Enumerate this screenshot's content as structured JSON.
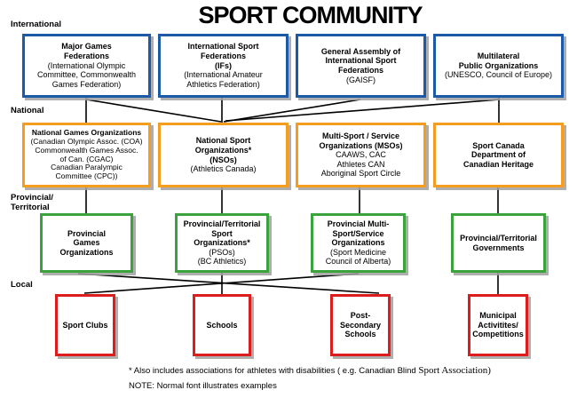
{
  "title": "SPORT COMMUNITY",
  "colors": {
    "international": "#1c5aa8",
    "national": "#f59d1e",
    "provincial": "#3ba33b",
    "local": "#dd1c1c",
    "connector": "#000000"
  },
  "levels": [
    {
      "label": "International",
      "boxes": [
        {
          "name": "major-games-federations",
          "lines": [
            {
              "t": "Major Games",
              "b": 1
            },
            {
              "t": "Federations",
              "b": 1
            },
            {
              "t": "(International Olympic",
              "b": 0
            },
            {
              "t": "Committee, Commonwealth",
              "b": 0
            },
            {
              "t": "Games Federation)",
              "b": 0
            }
          ]
        },
        {
          "name": "international-sport-federations",
          "lines": [
            {
              "t": "International Sport",
              "b": 1
            },
            {
              "t": "Federations",
              "b": 1
            },
            {
              "t": "(IFs)",
              "b": 1
            },
            {
              "t": "(International Amateur",
              "b": 0
            },
            {
              "t": "Athletics Federation)",
              "b": 0
            }
          ]
        },
        {
          "name": "general-assembly-international-sport-federations",
          "lines": [
            {
              "t": "General Assembly of",
              "b": 1
            },
            {
              "t": "International Sport",
              "b": 1
            },
            {
              "t": "Federations",
              "b": 1
            },
            {
              "t": "(GAISF)",
              "b": 0
            }
          ]
        },
        {
          "name": "multilateral-public-organizations",
          "lines": [
            {
              "t": "Multilateral",
              "b": 1
            },
            {
              "t": "Public Organizations",
              "b": 1
            },
            {
              "t": "(UNESCO, Council of Europe)",
              "b": 0
            }
          ]
        }
      ]
    },
    {
      "label": "National",
      "boxes": [
        {
          "name": "national-games-organizations",
          "lines": [
            {
              "t": "National Games Organizations",
              "b": 1
            },
            {
              "t": "(Canadian Olympic Assoc. (COA)",
              "b": 0
            },
            {
              "t": "Commonwealth Games Assoc.",
              "b": 0
            },
            {
              "t": "of Can. (CGAC)",
              "b": 0
            },
            {
              "t": "Canadian Paralympic",
              "b": 0
            },
            {
              "t": "Committee  (CPC))",
              "b": 0
            }
          ]
        },
        {
          "name": "national-sport-organizations",
          "lines": [
            {
              "t": "National Sport",
              "b": 1
            },
            {
              "t": "Organizations*",
              "b": 1
            },
            {
              "t": "(NSOs)",
              "b": 1
            },
            {
              "t": "(Athletics Canada)",
              "b": 0
            }
          ]
        },
        {
          "name": "multi-sport-service-organizations",
          "lines": [
            {
              "t": "Multi-Sport / Service",
              "b": 1
            },
            {
              "t": "Organizations (MSOs)",
              "b": 1
            },
            {
              "t": "CAAWS, CAC",
              "b": 0
            },
            {
              "t": "Athletes CAN",
              "b": 0
            },
            {
              "t": "Aboriginal Sport Circle",
              "b": 0
            }
          ]
        },
        {
          "name": "sport-canada",
          "lines": [
            {
              "t": "Sport Canada",
              "b": 1
            },
            {
              "t": "Department of",
              "b": 1
            },
            {
              "t": "Canadian Heritage",
              "b": 1
            }
          ]
        }
      ]
    },
    {
      "label": "Provincial/\nTerritorial",
      "boxes": [
        {
          "name": "provincial-games-organizations",
          "lines": [
            {
              "t": "Provincial",
              "b": 1
            },
            {
              "t": "Games",
              "b": 1
            },
            {
              "t": "Organizations",
              "b": 1
            }
          ]
        },
        {
          "name": "provincial-territorial-sport-organizations",
          "lines": [
            {
              "t": "Provincial/Territorial",
              "b": 1
            },
            {
              "t": "Sport",
              "b": 1
            },
            {
              "t": "Organizations*",
              "b": 1
            },
            {
              "t": "(PSOs)",
              "b": 0
            },
            {
              "t": "(BC Athletics)",
              "b": 0
            }
          ]
        },
        {
          "name": "provincial-multi-sport-service-organizations",
          "lines": [
            {
              "t": "Provincial Multi-",
              "b": 1
            },
            {
              "t": "Sport/Service",
              "b": 1
            },
            {
              "t": "Organizations",
              "b": 1
            },
            {
              "t": "(Sport Medicine",
              "b": 0
            },
            {
              "t": "Council of Alberta)",
              "b": 0
            }
          ]
        },
        {
          "name": "provincial-territorial-governments",
          "lines": [
            {
              "t": "Provincial/Territorial",
              "b": 1
            },
            {
              "t": "Governments",
              "b": 1
            }
          ]
        }
      ]
    },
    {
      "label": "Local",
      "boxes": [
        {
          "name": "sport-clubs",
          "lines": [
            {
              "t": "Sport Clubs",
              "b": 1
            }
          ]
        },
        {
          "name": "schools",
          "lines": [
            {
              "t": "Schools",
              "b": 1
            }
          ]
        },
        {
          "name": "post-secondary-schools",
          "lines": [
            {
              "t": "Post-",
              "b": 1
            },
            {
              "t": "Secondary",
              "b": 1
            },
            {
              "t": "Schools",
              "b": 1
            }
          ]
        },
        {
          "name": "municipal-activities-competitions",
          "lines": [
            {
              "t": "Municipal",
              "b": 1
            },
            {
              "t": "Activitites/",
              "b": 1
            },
            {
              "t": "Competitions",
              "b": 1
            }
          ]
        }
      ]
    }
  ],
  "footnote": {
    "asterisk_text": "* Also includes associations for athletes with disabilities ( e.g. Canadian Blind ",
    "asterisk_text_alt_font": "Sport Association)",
    "note_text": "NOTE: Normal font illustrates examples"
  }
}
